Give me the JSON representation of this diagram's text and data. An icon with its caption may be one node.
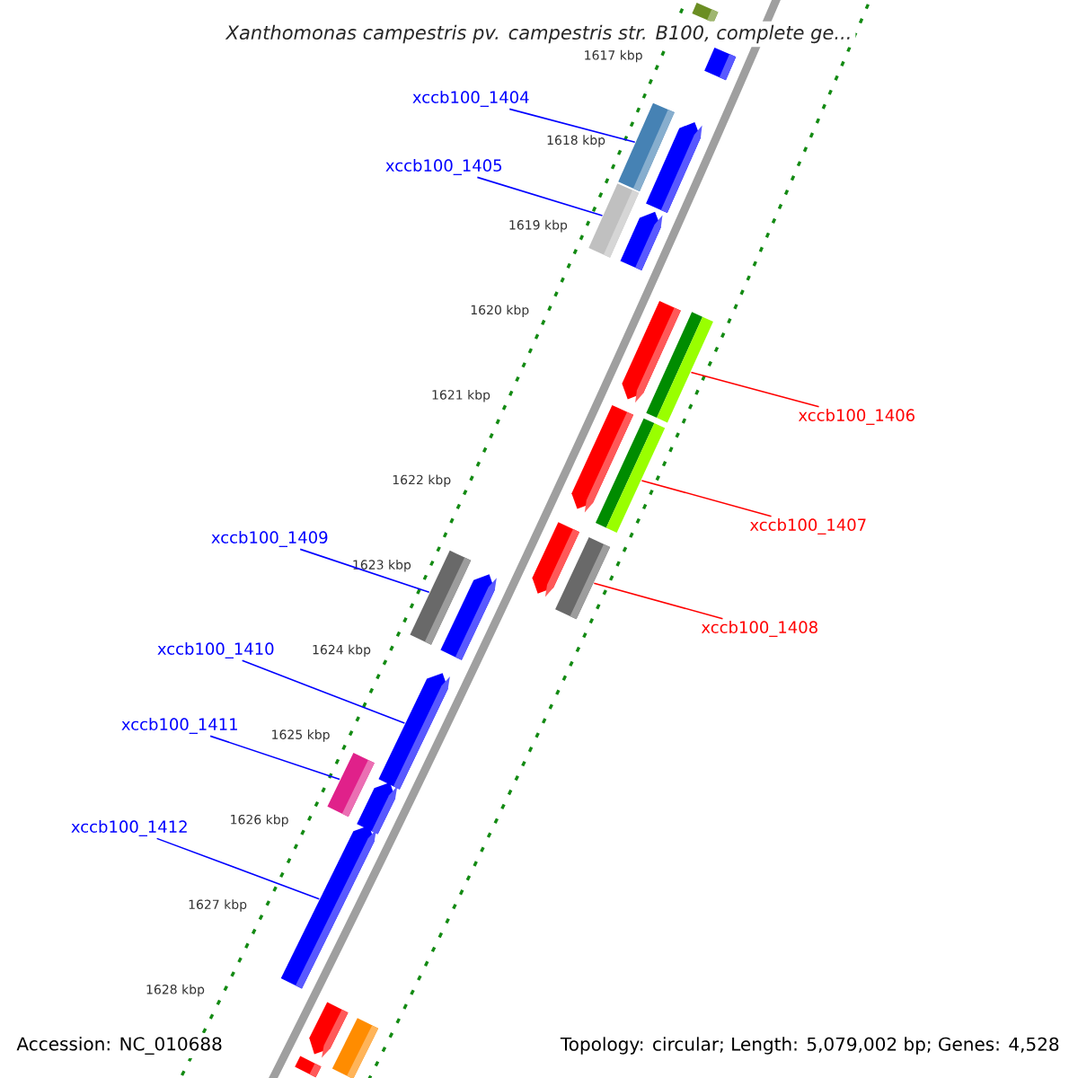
{
  "diagram": {
    "title": "Xanthomonas campestris pv. campestris str. B100, complete ge...",
    "nodes": [
      {
        "text": [
          "xccb100_1404"
        ]
      },
      {
        "text": [
          "xccb100_1405"
        ]
      },
      {
        "text": [
          "xccb100_1406"
        ]
      },
      {
        "text": [
          "xccb100_1407"
        ]
      },
      {
        "text": [
          "xccb100_1409"
        ]
      },
      {
        "text": [
          "xccb100_1408"
        ]
      },
      {
        "text": [
          "xccb100_1410"
        ]
      },
      {
        "text": [
          "xccb100_1411"
        ]
      },
      {
        "text": [
          "xccb100_1412"
        ]
      },
      {
        "text": [],
        "shape": "box"
      },
      {
        "text": [],
        "shape": "box"
      },
      {
        "text": [],
        "shape": "box"
      },
      {
        "text": [],
        "shape": "box"
      },
      {
        "text": [],
        "shape": "arrow"
      },
      {
        "text": [],
        "shape": "arrow"
      },
      {
        "text": [],
        "shape": "arrow"
      },
      {
        "text": [],
        "shape": "box"
      },
      {
        "text": [],
        "shape": "arrow"
      },
      {
        "text": [],
        "shape": "box"
      },
      {
        "text": [],
        "shape": "arrow"
      },
      {
        "text": [],
        "shape": "box"
      },
      {
        "text": [],
        "shape": "box"
      },
      {
        "text": [],
        "shape": "arrow"
      },
      {
        "text": [],
        "shape": "arrow"
      },
      {
        "text": [],
        "shape": "box"
      },
      {
        "text": [],
        "shape": "arrow"
      },
      {
        "text": [],
        "shape": "arrow"
      },
      {
        "text": [],
        "shape": "arrow"
      },
      {
        "text": [],
        "shape": "box"
      },
      {
        "text": [],
        "shape": "box"
      }
    ],
    "edges": [
      {
        "from": 0,
        "to": 11,
        "arrow": "none"
      },
      {
        "from": 1,
        "to": 12,
        "arrow": "none"
      },
      {
        "from": 2,
        "to": 16,
        "arrow": "none",
        "color": "#ff0000"
      },
      {
        "from": 3,
        "to": 18,
        "arrow": "none",
        "color": "#ff0000"
      },
      {
        "from": 4,
        "to": 21,
        "arrow": "none"
      },
      {
        "from": 5,
        "to": 20,
        "arrow": "none",
        "color": "#ff0000"
      },
      {
        "from": 6,
        "to": 23,
        "arrow": "none"
      },
      {
        "from": 7,
        "to": 24,
        "arrow": "none"
      },
      {
        "from": 8,
        "to": 26,
        "arrow": "none"
      }
    ],
    "labels": [
      "1617 kbp",
      "1618 kbp",
      "1619 kbp",
      "1620 kbp",
      "1621 kbp",
      "1622 kbp",
      "1623 kbp",
      "1624 kbp",
      "1625 kbp",
      "1626 kbp",
      "1627 kbp",
      "1628 kbp",
      "Accession: NC_010688",
      "Topology: circular; Length: 5,079,002 bp; Genes: 4,528"
    ]
  }
}
